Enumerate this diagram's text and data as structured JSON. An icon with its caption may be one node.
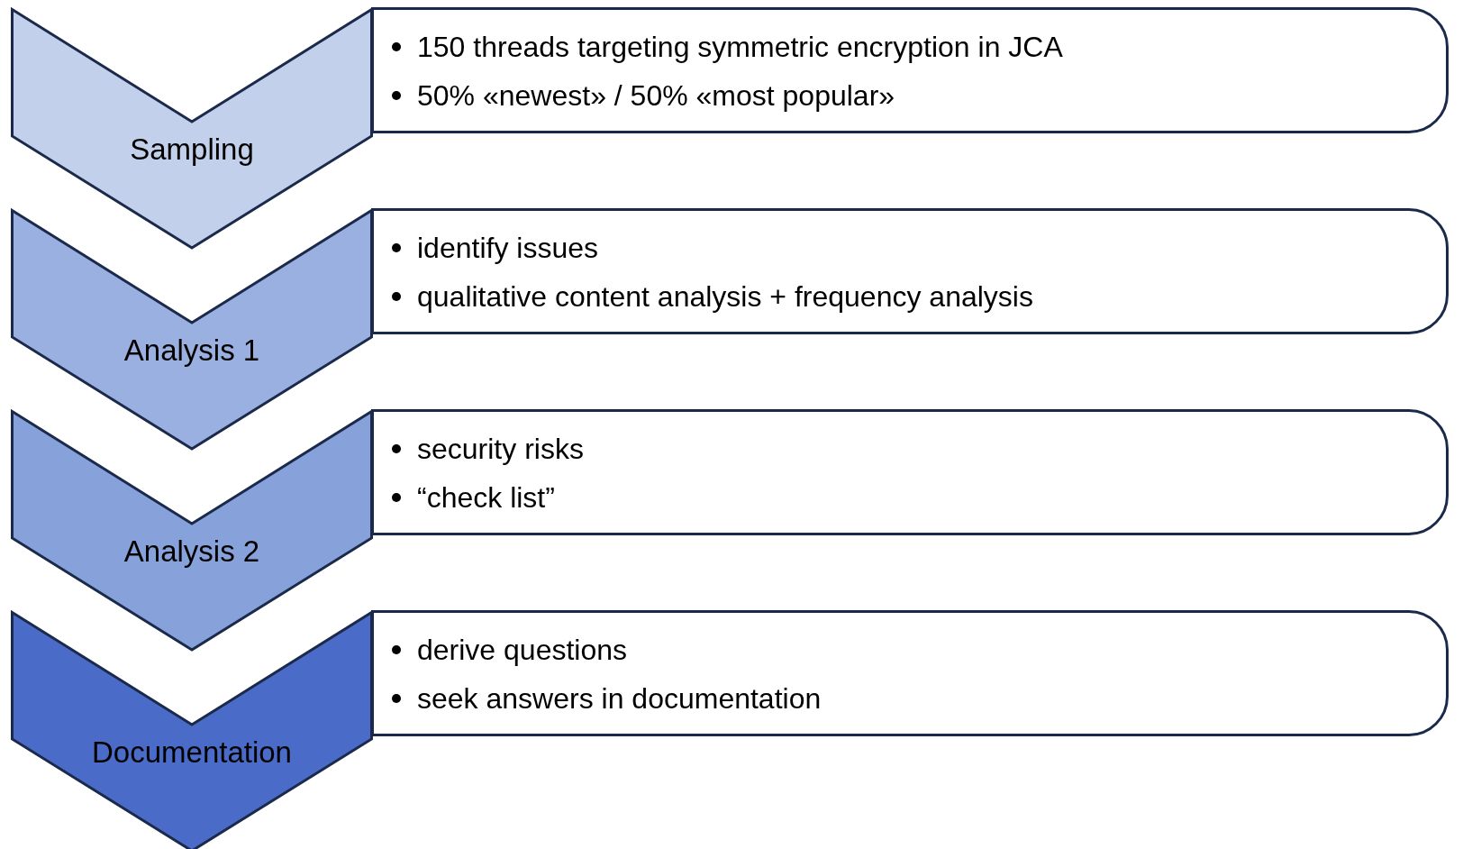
{
  "diagram": {
    "nodes": [
      {
        "text": [
          "Sampling"
        ]
      },
      {
        "text": [
          "150 threads targeting symmetric encryption in JCA",
          "50% «newest» / 50% «most popular»"
        ]
      },
      {
        "text": [
          "Analysis 1"
        ]
      },
      {
        "text": [
          "identify issues",
          "qualitative content analysis + frequency analysis"
        ]
      },
      {
        "text": [
          "Analysis 2"
        ]
      },
      {
        "text": [
          "security risks",
          "“check list”"
        ]
      },
      {
        "text": [
          "Documentation"
        ]
      },
      {
        "text": [
          "derive questions",
          "seek answers in documentation"
        ]
      }
    ]
  }
}
